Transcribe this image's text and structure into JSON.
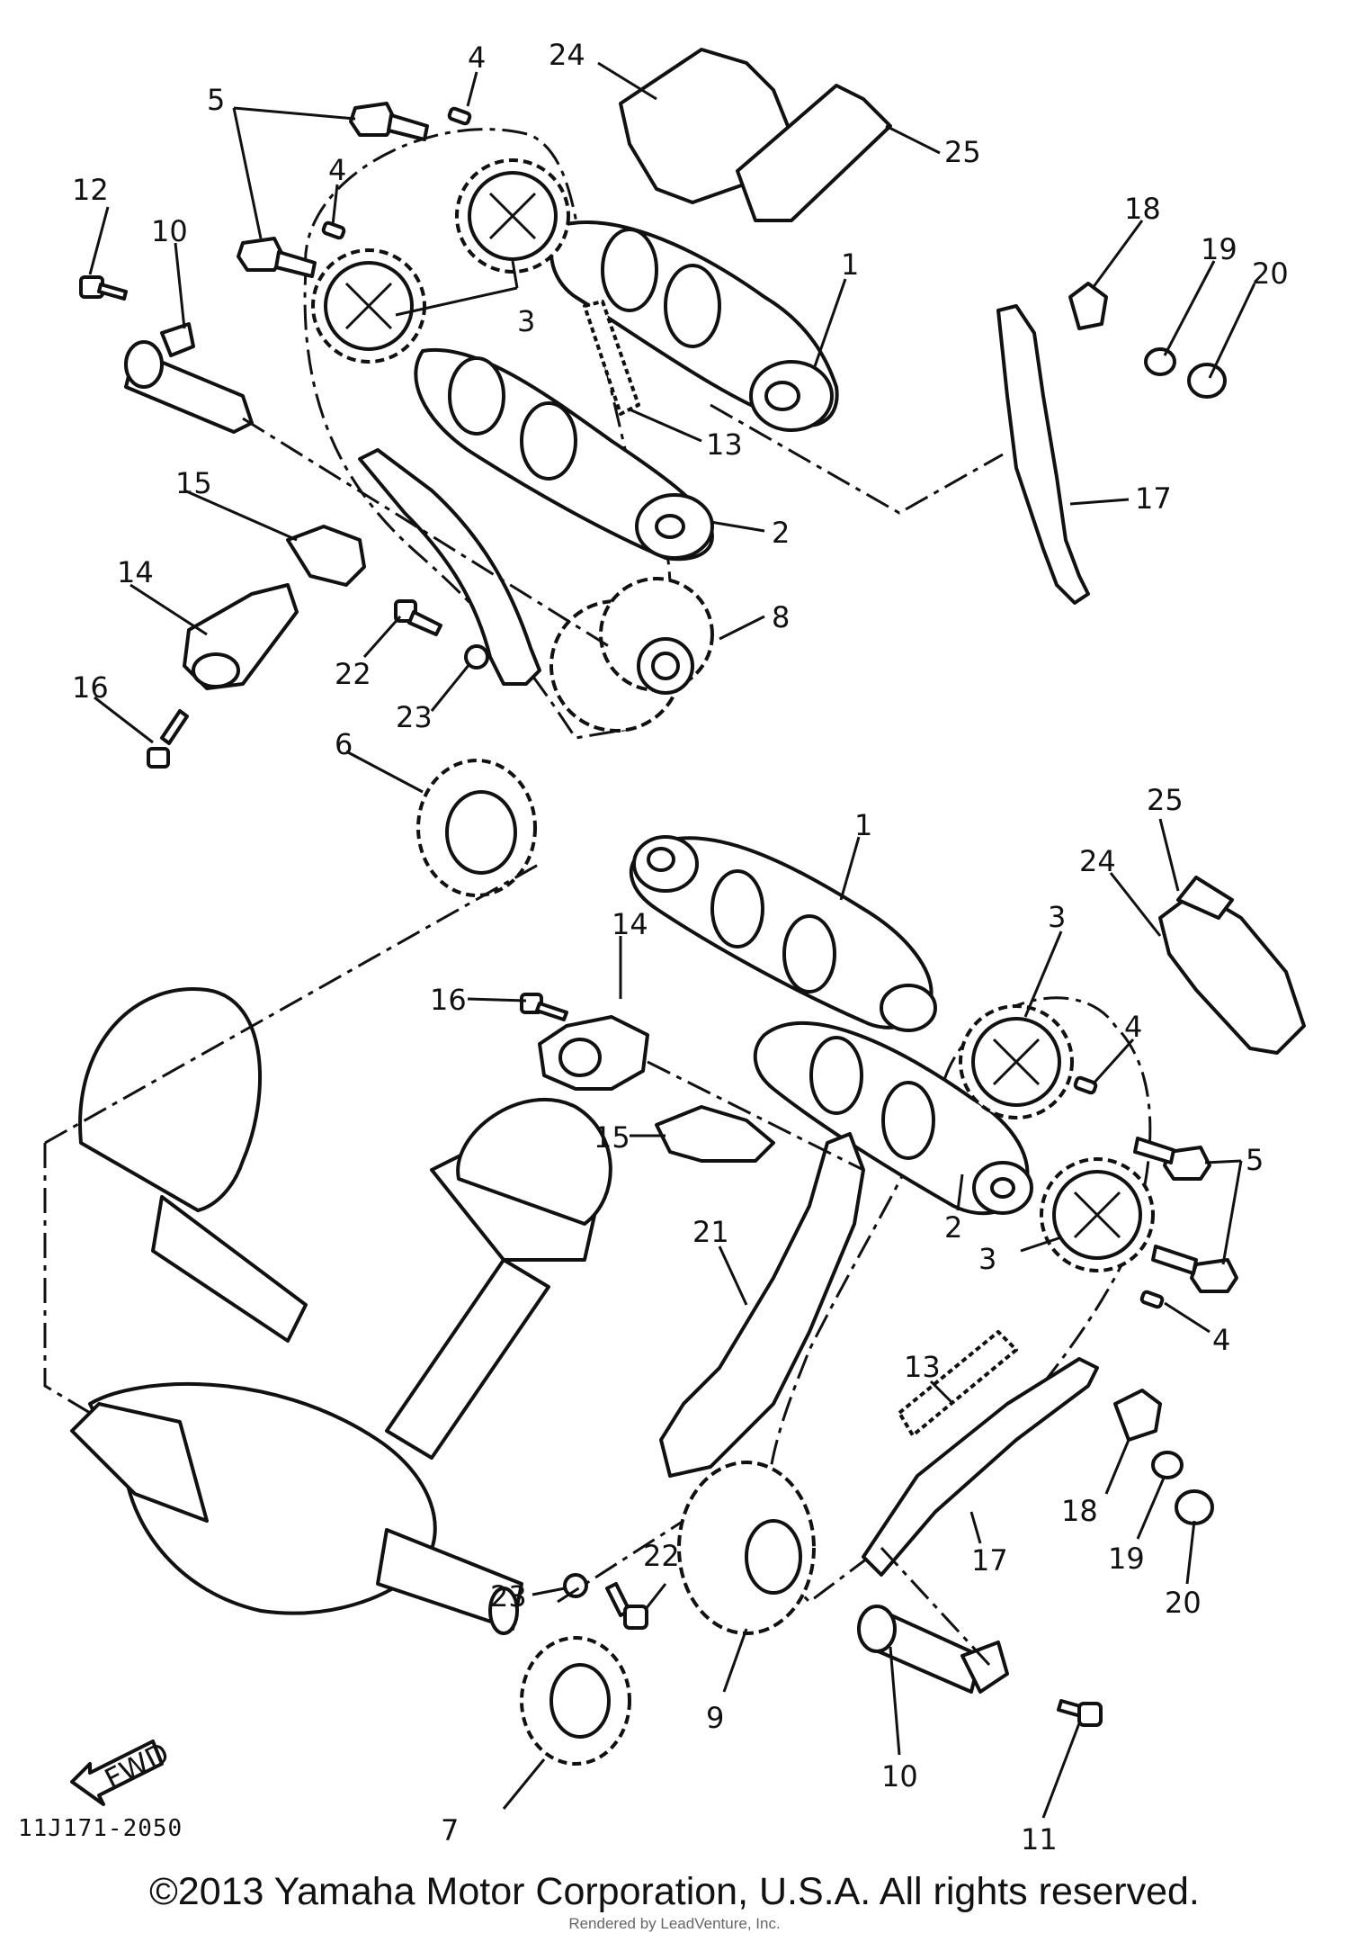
{
  "diagram_code": "11J171-2050",
  "copyright": "©2013 Yamaha Motor Corporation, U.S.A. All rights reserved.",
  "render_note": "Rendered by LeadVenture, Inc.",
  "fwd_label": "FWD",
  "callouts": [
    "1",
    "2",
    "3",
    "4",
    "5",
    "6",
    "7",
    "8",
    "9",
    "10",
    "11",
    "12",
    "13",
    "14",
    "15",
    "16",
    "17",
    "18",
    "19",
    "20",
    "21",
    "22",
    "23",
    "24",
    "25"
  ]
}
